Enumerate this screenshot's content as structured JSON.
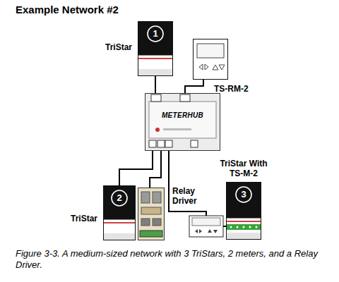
{
  "diagram": {
    "title": "Example Network #2",
    "caption": "Figure 3-3. A medium-sized network with 3 TriStars, 2 meters, and a Relay Driver.",
    "nodes": [
      {
        "text": [
          "TriStar",
          "1"
        ]
      },
      {
        "text": [
          "TS-RM-2"
        ]
      },
      {
        "text": [
          "METERHUB"
        ]
      },
      {
        "text": [
          "TriStar",
          "2"
        ]
      },
      {
        "text": [
          "Relay Driver"
        ]
      },
      {
        "text": [
          "TriStar With TS-M-2",
          "3"
        ]
      }
    ],
    "edges": [
      {
        "from": 0,
        "to": 2,
        "arrow": "none"
      },
      {
        "from": 1,
        "to": 2,
        "arrow": "none"
      },
      {
        "from": 2,
        "to": 3,
        "arrow": "none"
      },
      {
        "from": 2,
        "to": 4,
        "arrow": "none"
      },
      {
        "from": 2,
        "to": 5,
        "arrow": "none"
      }
    ]
  }
}
